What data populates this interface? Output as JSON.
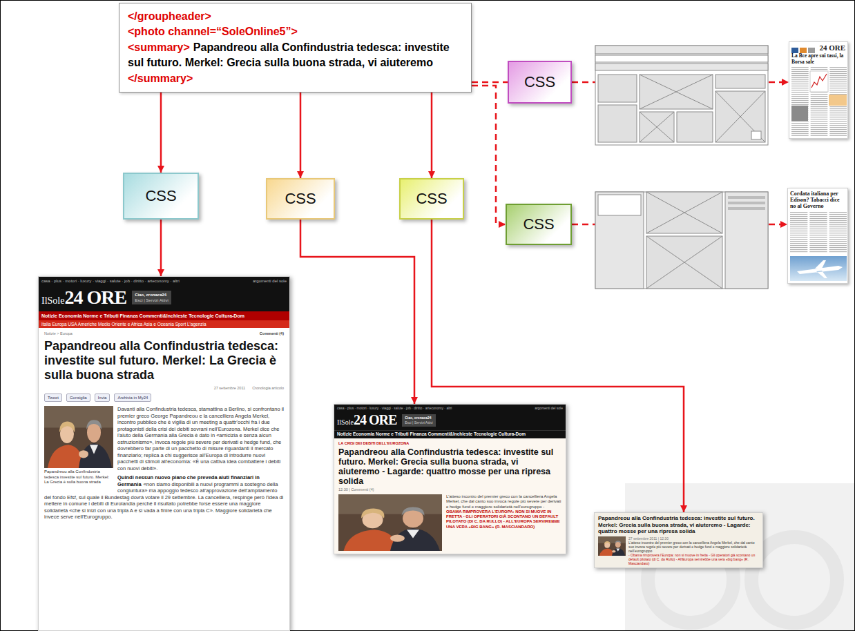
{
  "diagram": {
    "nodes": [
      {
        "text": [
          "</groupheader>",
          "<photo channel=“SoleOnline5”>",
          "<summary>",
          "Papandreou alla Confindustria tedesca: investite sul futuro. Merkel: Grecia sulla buona strada, vi aiuteremo",
          "</summary>"
        ]
      },
      {
        "text": [
          "CSS"
        ]
      },
      {
        "text": [
          "CSS"
        ]
      },
      {
        "text": [
          "CSS"
        ]
      },
      {
        "text": [
          "CSS"
        ]
      },
      {
        "text": [
          "CSS"
        ]
      },
      {
        "text": [
          "24 ORE",
          "La Bce apre sui tassi, la Borsa sale"
        ]
      },
      {
        "text": [
          "Cordata italiana per Edison? Tabacci dice no al Governo"
        ]
      },
      {
        "text": [
          "casa · plus · motori · luxury · viaggi · salute · job · diritto · arteconomy · altri",
          "argomenti del sole",
          "IlSole",
          "24 ORE",
          "Ciao, cronaca24",
          "Esci | Servizi Attivi",
          "Notizie Economia Norme e Tributi Finanza Commenti&Inchieste Tecnologie Cultura-Dom",
          "Italia Europa USA Americhe Medio Oriente e Africa Asia e Oceania Sport L'agenzia",
          "Notizie > Europa",
          "Commenti (4)",
          "Papandreou alla Confindustria tedesca: investite sul futuro. Merkel: La Grecia è sulla buona strada",
          "27 settembre 2011",
          "Cronologia articolo",
          "Tweet",
          "Consiglia",
          "Invia",
          "Archivia in My24",
          "Papandreou alla Confindustria tedesca investite sul futuro. Merkel: La Grecia è sulla buona strada",
          "Davanti alla Confindustria tedesca, stamattina a Berlino, si confrontano il premier greco George Papandreou e la cancelliera Angela Merkel, incontro pubblico che è vigilia di un meeting a quattr'occhi fra i due protagonisti della crisi dei debiti sovrani nell'Eurozona. Merkel dice che l'aiuto della Germania alla Grecia è dato in «amicizia e senza alcun ostruzionismo», invoca regole più severe per derivati e hedge fund, che dovrebbero far parte di un pacchetto di misure riguardanti il mercato finanziario; replica a chi suggerisce all'Europa di introdurre nuovi pacchetti di stimoli all'economia: «È una cattiva idea combattere i debiti con nuovi debiti».",
          "Quindi nessun nuovo piano che preveda aiuti finanziari in Germania",
          "«non siamo disponibili a nuovi programmi a sostegno della congiuntura» ma appoggio tedesco all'approvazione dell'ampliamento del fondo Efsf, sul quale il Bundestag dovrà votare il 29 settembre. La cancelliera, respinge però l'idea di mettere in comune i debiti di Eurolandia perché il risultato potrebbe forse essere una maggiore solidarietà «che si inizi con una tripla A e si vada a finire con una tripla C». Maggiore solidarietà che invece serve nell'Eurogruppo."
        ]
      },
      {
        "text": [
          "casa · plus · motori · luxury · viaggi · salute · job · diritto · arteconomy · altri",
          "argomenti del sole",
          "IlSole",
          "24 ORE",
          "Ciao, cronaca24",
          "Esci | Servizi Attivi",
          "Notizie Economia Norme e Tributi Finanza Commenti&Inchieste Tecnologie Cultura-Dom",
          "LA CRISI DEI DEBITI DELL'EUROZONA",
          "Papandreou alla Confindustria tedesca: investite sul futuro. Merkel: Grecia sulla buona strada, vi aiuteremo - Lagarde: quattro mosse per una ripresa solida",
          "12:30 | Commenti (4)",
          "L'atteso incontro del premier greco con la cancelliera Angela Merkel, che dal canto suo invoca regole più severe per derivati e hedge fund e maggiore solidarietà nell'eurogruppo -",
          "OBAMA RIMPROVERA L'EUROPA: NON SI MUOVE IN FRETTA - GLI OPERATORI GIÀ SCONTANO UN DEFAULT PILOTATO (DI C. DA RULLO) - ALL'EUROPA SERVIREBBE UNA VERA «BIG BANG» (R. MASCIANDARO)"
        ]
      },
      {
        "text": [
          "Papandreou alla Confindustria tedesca: investite sul futuro. Merkel: Grecia sulla buona strada, vi aiuteremo - Lagarde: quattro mosse per una ripresa solida",
          "27 settembre 2011 | 12:30",
          "L'atteso incontro del premier greco con la cancelliera Angela Merkel, che dal canto suo invoca regole più severe per derivati e hedge fund e maggiore solidarietà nell'eurogruppo",
          "- Obama rimprovera l'Europa: non si muove in fretta - Gli operatori già scontano un default pilotato (di C. da Rullo) - All'Europa servirebbe una vera «big bang» (R. Masciandaro)"
        ]
      }
    ],
    "edges": [
      {
        "from": 0,
        "to": 1,
        "arrow": "none"
      },
      {
        "from": 0,
        "to": 2,
        "arrow": "to"
      },
      {
        "from": 1,
        "to": 6,
        "arrow": "to"
      },
      {
        "from": 2,
        "to": 7,
        "arrow": "to"
      },
      {
        "from": 0,
        "to": 3,
        "arrow": "to"
      },
      {
        "from": 0,
        "to": 4,
        "arrow": "to"
      },
      {
        "from": 0,
        "to": 5,
        "arrow": "to"
      },
      {
        "from": 3,
        "to": 8,
        "arrow": "to"
      },
      {
        "from": 4,
        "to": 9,
        "arrow": "to"
      },
      {
        "from": 5,
        "to": 10,
        "arrow": "to"
      }
    ]
  }
}
